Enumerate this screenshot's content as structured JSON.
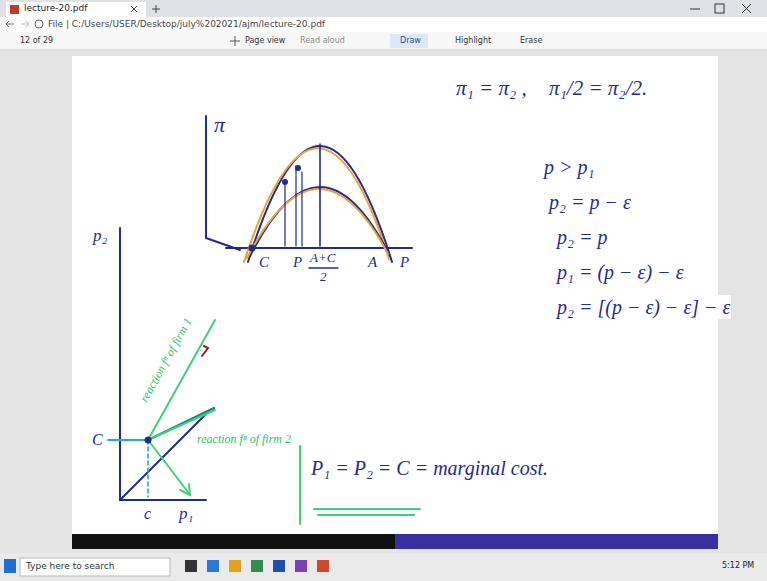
{
  "diagram": {
    "labels": [
      "lecture-20.pdf",
      "File | C:/Users/USER/Desktop/july%202021/ajm/lecture-20.pdf",
      "12 of 29",
      "Page view",
      "Read aloud",
      "Draw",
      "Highlight",
      "Erase",
      "π",
      "C",
      "P",
      "A+C",
      "2",
      "A",
      "P",
      "p₂",
      "C",
      "c",
      "p₁",
      "reaction fⁿ of firm 1",
      "reaction fⁿ of firm 2",
      "P₁ = P₂ = C = marginal cost.",
      "π₁ = π₂ ,",
      "π₁/2 = π₂/2.",
      "p > p₁",
      "p₂ = p − ε",
      "p₂ = p",
      "p₁ = (p − ε) − ε",
      "p₂ = [(p − ε) − ε] − ε",
      "Type here to search",
      "5:12 PM"
    ]
  }
}
